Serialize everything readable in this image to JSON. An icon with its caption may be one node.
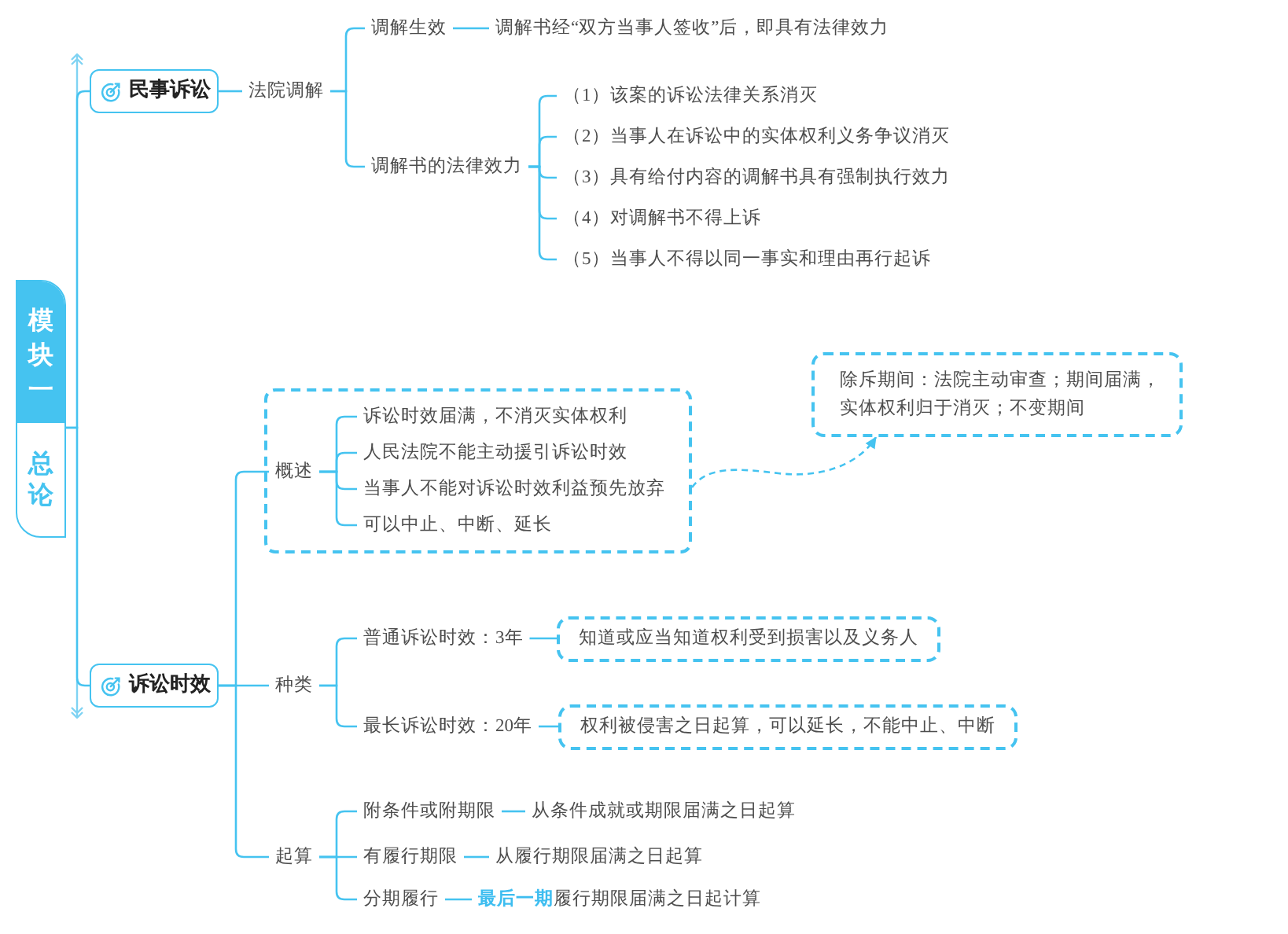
{
  "diagram": {
    "nodes": [
      {
        "text": [
          "模块一",
          "总论"
        ]
      },
      {
        "text": [
          "民事诉讼"
        ]
      },
      {
        "text": [
          "法院调解"
        ]
      },
      {
        "text": [
          "调解生效"
        ]
      },
      {
        "text": [
          "调解书经“双方当事人签收”后，即具有法律效力"
        ]
      },
      {
        "text": [
          "调解书的法律效力"
        ]
      },
      {
        "text": [
          "（1）该案的诉讼法律关系消灭"
        ]
      },
      {
        "text": [
          "（2）当事人在诉讼中的实体权利义务争议消灭"
        ]
      },
      {
        "text": [
          "（3）具有给付内容的调解书具有强制执行效力"
        ]
      },
      {
        "text": [
          "（4）对调解书不得上诉"
        ]
      },
      {
        "text": [
          "（5）当事人不得以同一事实和理由再行起诉"
        ]
      },
      {
        "text": [
          "诉讼时效"
        ]
      },
      {
        "text": [],
        "shape": "box"
      },
      {
        "text": [
          "概述"
        ],
        "in": 12
      },
      {
        "text": [
          "诉讼时效届满，不消灭实体权利"
        ],
        "in": 12
      },
      {
        "text": [
          "人民法院不能主动援引诉讼时效"
        ],
        "in": 12
      },
      {
        "text": [
          "当事人不能对诉讼时效利益预先放弃"
        ],
        "in": 12
      },
      {
        "text": [
          "可以中止、中断、延长"
        ],
        "in": 12
      },
      {
        "text": [
          "除斥期间：法院主动审查；期间届满，实体权利归于消灭；不变期间"
        ]
      },
      {
        "text": [
          "种类"
        ]
      },
      {
        "text": [
          "普通诉讼时效：3年"
        ]
      },
      {
        "text": [
          "知道或应当知道权利受到损害以及义务人"
        ]
      },
      {
        "text": [
          "最长诉讼时效：20年"
        ]
      },
      {
        "text": [
          "权利被侵害之日起算，可以延长，不能中止、中断"
        ]
      },
      {
        "text": [
          "起算"
        ]
      },
      {
        "text": [
          "附条件或附期限"
        ]
      },
      {
        "text": [
          "从条件成就或期限届满之日起算"
        ]
      },
      {
        "text": [
          "有履行期限"
        ]
      },
      {
        "text": [
          "从履行期限届满之日起算"
        ]
      },
      {
        "text": [
          "分期履行"
        ]
      },
      {
        "text": [
          "**最后一期**履行期限届满之日起计算"
        ]
      }
    ],
    "edges": [
      {
        "from": 0,
        "to": 1,
        "arrow": "none"
      },
      {
        "from": 0,
        "to": 11,
        "arrow": "none"
      },
      {
        "from": 1,
        "to": 2,
        "arrow": "none"
      },
      {
        "from": 2,
        "to": 3,
        "arrow": "none"
      },
      {
        "from": 3,
        "to": 4,
        "arrow": "none"
      },
      {
        "from": 2,
        "to": 5,
        "arrow": "none"
      },
      {
        "from": 5,
        "to": 6,
        "arrow": "none"
      },
      {
        "from": 5,
        "to": 7,
        "arrow": "none"
      },
      {
        "from": 5,
        "to": 8,
        "arrow": "none"
      },
      {
        "from": 5,
        "to": 9,
        "arrow": "none"
      },
      {
        "from": 5,
        "to": 10,
        "arrow": "none"
      },
      {
        "from": 11,
        "to": 13,
        "arrow": "none"
      },
      {
        "from": 11,
        "to": 19,
        "arrow": "none"
      },
      {
        "from": 11,
        "to": 24,
        "arrow": "none"
      },
      {
        "from": 13,
        "to": 14,
        "arrow": "none"
      },
      {
        "from": 13,
        "to": 15,
        "arrow": "none"
      },
      {
        "from": 13,
        "to": 16,
        "arrow": "none"
      },
      {
        "from": 13,
        "to": 17,
        "arrow": "none"
      },
      {
        "from": 12,
        "to": 18,
        "arrow": "to",
        "style": "dashed"
      },
      {
        "from": 19,
        "to": 20,
        "arrow": "none"
      },
      {
        "from": 19,
        "to": 22,
        "arrow": "none"
      },
      {
        "from": 20,
        "to": 21,
        "arrow": "none"
      },
      {
        "from": 22,
        "to": 23,
        "arrow": "none"
      },
      {
        "from": 24,
        "to": 25,
        "arrow": "none"
      },
      {
        "from": 24,
        "to": 27,
        "arrow": "none"
      },
      {
        "from": 24,
        "to": 29,
        "arrow": "none"
      },
      {
        "from": 25,
        "to": 26,
        "arrow": "none"
      },
      {
        "from": 27,
        "to": 28,
        "arrow": "none"
      },
      {
        "from": 29,
        "to": 30,
        "arrow": "none"
      }
    ]
  }
}
